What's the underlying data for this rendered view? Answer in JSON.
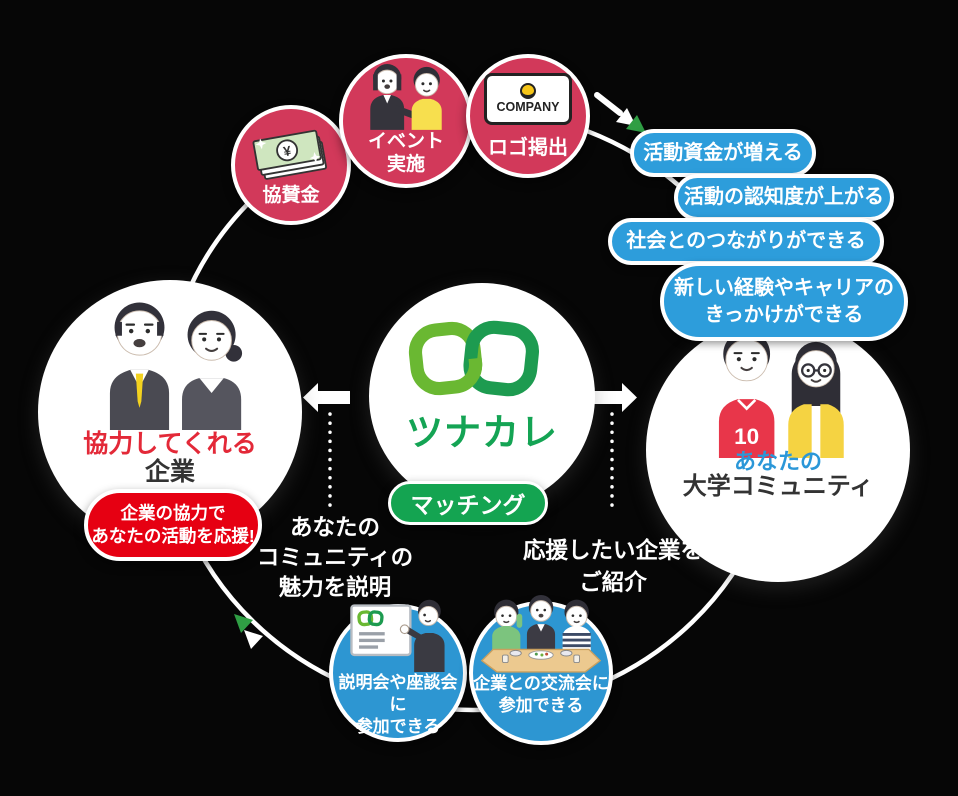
{
  "center": {
    "brand": "ツナカレ",
    "button": "マッチング"
  },
  "left_node": {
    "title_accent": "協力してくれる",
    "title_rest": "企業",
    "badge": {
      "line1": "企業の協力で",
      "line2": "あなたの活動を応援!"
    }
  },
  "right_node": {
    "title_accent": "あなたの",
    "title_rest": "大学コミュニティ",
    "jersey_number": "10"
  },
  "company_offers": {
    "item1": {
      "label": "協賛金",
      "symbol": "¥"
    },
    "item2": {
      "line1": "イベント",
      "line2": "実施"
    },
    "item3": {
      "label": "ロゴ掲出",
      "card": "COMPANY"
    }
  },
  "community_benefits": {
    "pill1": "活動資金が増える",
    "pill2": "活動の認知度が上がる",
    "pill3": "社会とのつながりができる",
    "pill4_line1": "新しい経験やキャリアの",
    "pill4_line2": "きっかけができる"
  },
  "participation": {
    "left": {
      "line1": "説明会や座談会に",
      "line2": "参加できる"
    },
    "right": {
      "line1": "企業との交流会に",
      "line2": "参加できる"
    }
  },
  "flow_notes": {
    "left_line1": "あなたの",
    "left_line2": "コミュニティの",
    "left_line3": "魅力を説明",
    "right_line1": "応援したい企業を",
    "right_line2": "ご紹介"
  },
  "colors": {
    "crimson": "#d2395a",
    "bright_red": "#e60012",
    "blue": "#2d9ddb",
    "green": "#14a451",
    "logo_light_green": "#6ab832",
    "logo_dark_green": "#1d9b50"
  }
}
